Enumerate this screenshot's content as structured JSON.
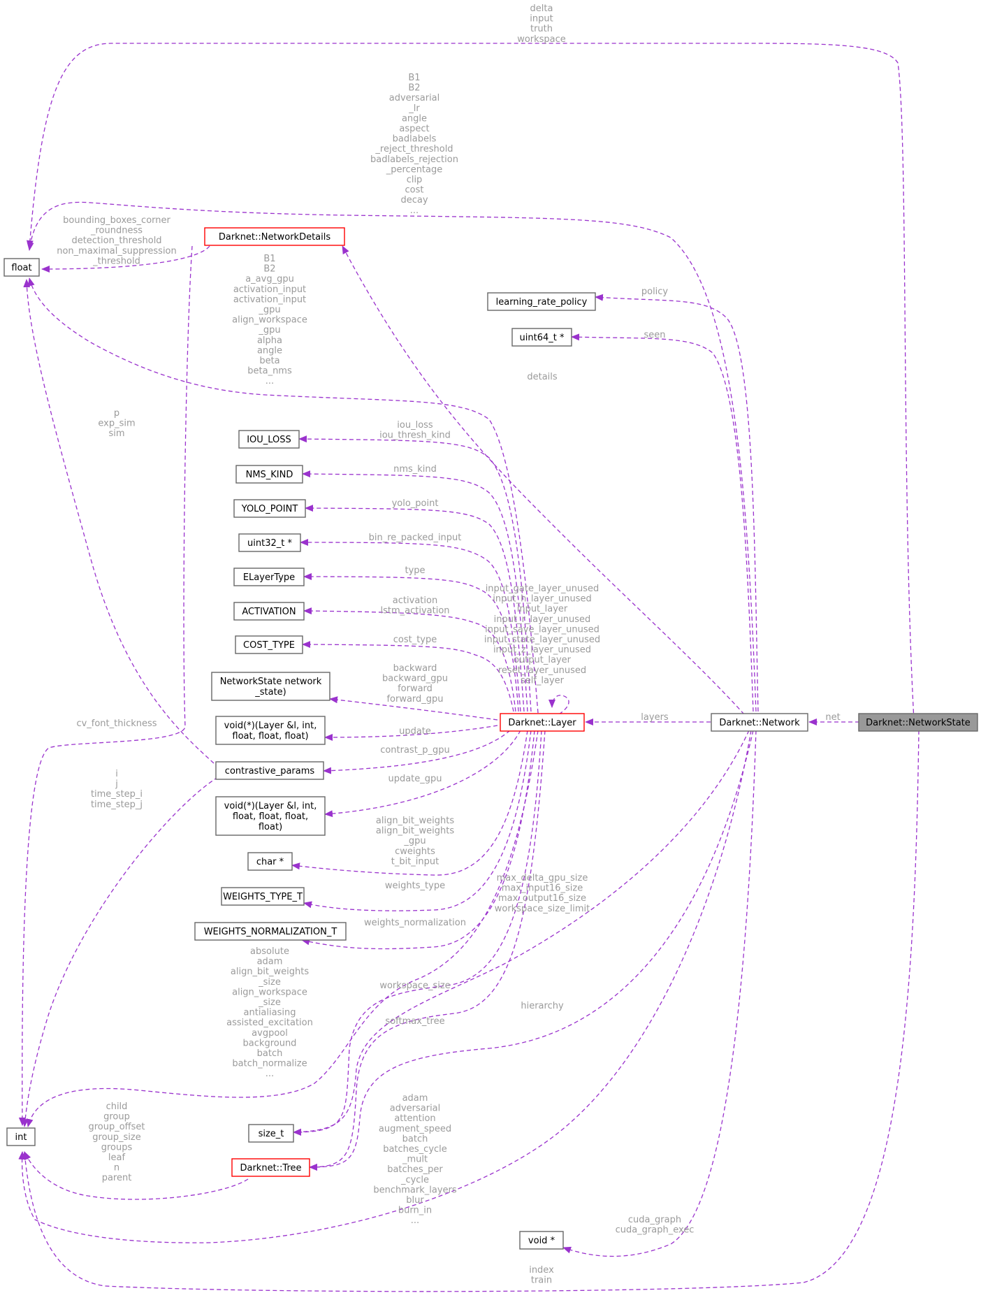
{
  "diagram": {
    "nodes": {
      "float": "float",
      "int": "int",
      "networkdetails": "Darknet::NetworkDetails",
      "learning_rate_policy": "learning_rate_policy",
      "uint64": "uint64_t *",
      "iou_loss": "IOU_LOSS",
      "nms_kind": "NMS_KIND",
      "yolo_point": "YOLO_POINT",
      "uint32": "uint32_t *",
      "elayertype": "ELayerType",
      "activation": "ACTIVATION",
      "cost_type": "COST_TYPE",
      "networkstate_fn": [
        "NetworkState network",
        "_state)"
      ],
      "void_fn4": [
        "void(*)(Layer &l, int,",
        "float, float, float)"
      ],
      "contrastive": "contrastive_params",
      "void_fn5": [
        "void(*)(Layer &l, int,",
        "float, float, float,",
        "float)"
      ],
      "char_ptr": "char *",
      "weights_type": "WEIGHTS_TYPE_T",
      "weights_norm": "WEIGHTS_NORMALIZATION_T",
      "size_t": "size_t",
      "tree": "Darknet::Tree",
      "void_ptr": "void *",
      "layer": "Darknet::Layer",
      "network": "Darknet::Network",
      "networkstate": "Darknet::NetworkState"
    },
    "edge_labels": {
      "ns_float": [
        "delta",
        "input",
        "truth",
        "workspace"
      ],
      "net_float": [
        "B1",
        "B2",
        "adversarial",
        "_lr",
        "angle",
        "aspect",
        "badlabels",
        "_reject_threshold",
        "badlabels_rejection",
        "_percentage",
        "clip",
        "cost",
        "decay",
        "..."
      ],
      "nd_float": [
        "bounding_boxes_corner",
        "_roundness",
        "detection_threshold",
        "non_maximal_suppression",
        "_threshold"
      ],
      "layer_float": [
        "B1",
        "B2",
        "a_avg_gpu",
        "activation_input",
        "activation_input",
        "_gpu",
        "align_workspace",
        "_gpu",
        "alpha",
        "angle",
        "beta",
        "beta_nms",
        "..."
      ],
      "contrastive_float": [
        "p",
        "exp_sim",
        "sim"
      ],
      "policy": [
        "policy"
      ],
      "seen": [
        "seen"
      ],
      "details": [
        "details"
      ],
      "iou": [
        "iou_loss",
        "iou_thresh_kind"
      ],
      "nms": [
        "nms_kind"
      ],
      "yolo": [
        "yolo_point"
      ],
      "bin": [
        "bin_re_packed_input"
      ],
      "type": [
        "type"
      ],
      "activation": [
        "activation",
        "lstm_activation"
      ],
      "cost": [
        "cost_type"
      ],
      "self_layer": [
        "input_gate_layer_unused",
        "input_h_layer_unused",
        "input_layer",
        "input_r_layer_unused",
        "input_save_layer_unused",
        "input_state_layer_unused",
        "input_z_layer_unused",
        "output_layer",
        "reset_layer_unused",
        "self_layer"
      ],
      "backward": [
        "backward",
        "backward_gpu",
        "forward",
        "forward_gpu"
      ],
      "update": [
        "update"
      ],
      "contrast_p": [
        "contrast_p_gpu"
      ],
      "update_gpu": [
        "update_gpu"
      ],
      "char": [
        "align_bit_weights",
        "align_bit_weights",
        "_gpu",
        "cweights",
        "t_bit_input"
      ],
      "wtype": [
        "weights_type"
      ],
      "wnorm": [
        "weights_normalization"
      ],
      "layers": [
        "layers"
      ],
      "net": [
        "net"
      ],
      "nd_int": [
        "cv_font_thickness"
      ],
      "contrastive_int": [
        "i",
        "j",
        "time_step_i",
        "time_step_j"
      ],
      "layer_int": [
        "absolute",
        "adam",
        "align_bit_weights",
        "_size",
        "align_workspace",
        "_size",
        "antialiasing",
        "assisted_excitation",
        "avgpool",
        "background",
        "batch",
        "batch_normalize",
        "..."
      ],
      "tree_int": [
        "child",
        "group",
        "group_offset",
        "group_size",
        "groups",
        "leaf",
        "n",
        "parent"
      ],
      "net_int": [
        "adam",
        "adversarial",
        "attention",
        "augment_speed",
        "batch",
        "batches_cycle",
        "_mult",
        "batches_per",
        "_cycle",
        "benchmark_layers",
        "blur",
        "burn_in",
        "..."
      ],
      "ns_int": [
        "index",
        "train"
      ],
      "workspace_size": [
        "workspace_size"
      ],
      "net_size": [
        "max_delta_gpu_size",
        "max_input16_size",
        "max_output16_size",
        "workspace_size_limit"
      ],
      "softmax": [
        "softmax_tree"
      ],
      "hierarchy": [
        "hierarchy"
      ],
      "cuda": [
        "cuda_graph",
        "cuda_graph_exec"
      ]
    }
  }
}
